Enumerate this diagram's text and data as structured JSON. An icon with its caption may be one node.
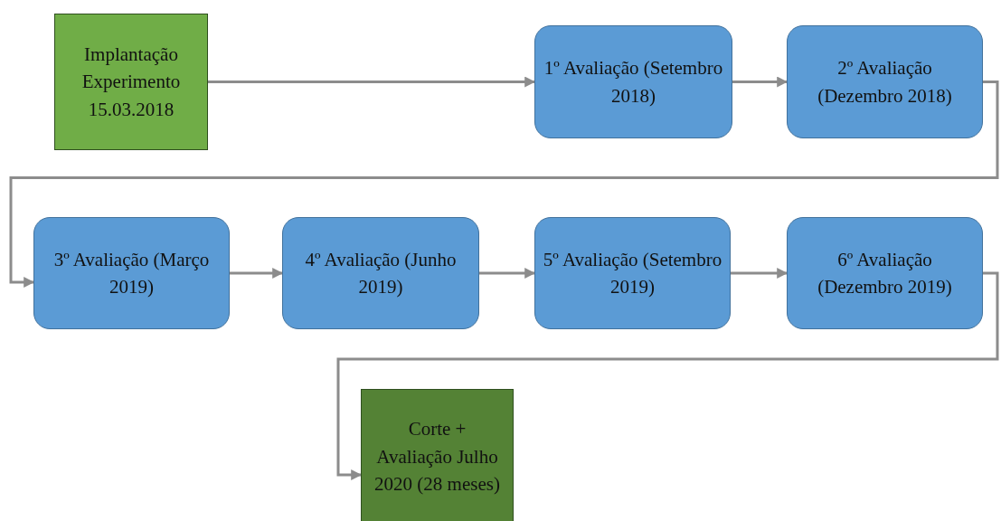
{
  "diagram": {
    "nodes": [
      {
        "text": [
          "Implantação Experimento 15.03.2018"
        ]
      },
      {
        "text": [
          "1º Avaliação (Setembro 2018)"
        ]
      },
      {
        "text": [
          "2º Avaliação (Dezembro 2018)"
        ]
      },
      {
        "text": [
          "3º Avaliação (Março 2019)"
        ]
      },
      {
        "text": [
          "4º Avaliação (Junho 2019)"
        ]
      },
      {
        "text": [
          "5º Avaliação (Setembro 2019)"
        ]
      },
      {
        "text": [
          "6º Avaliação (Dezembro 2019)"
        ]
      },
      {
        "text": [
          "Corte + Avaliação Julho 2020 (28 meses)"
        ]
      }
    ],
    "edges": [
      {
        "from": 0,
        "to": 1,
        "arrow": "to"
      },
      {
        "from": 1,
        "to": 2,
        "arrow": "to"
      },
      {
        "from": 2,
        "to": 3,
        "arrow": "to"
      },
      {
        "from": 3,
        "to": 4,
        "arrow": "to"
      },
      {
        "from": 4,
        "to": 5,
        "arrow": "to"
      },
      {
        "from": 5,
        "to": 6,
        "arrow": "to"
      },
      {
        "from": 6,
        "to": 7,
        "arrow": "to"
      }
    ]
  }
}
